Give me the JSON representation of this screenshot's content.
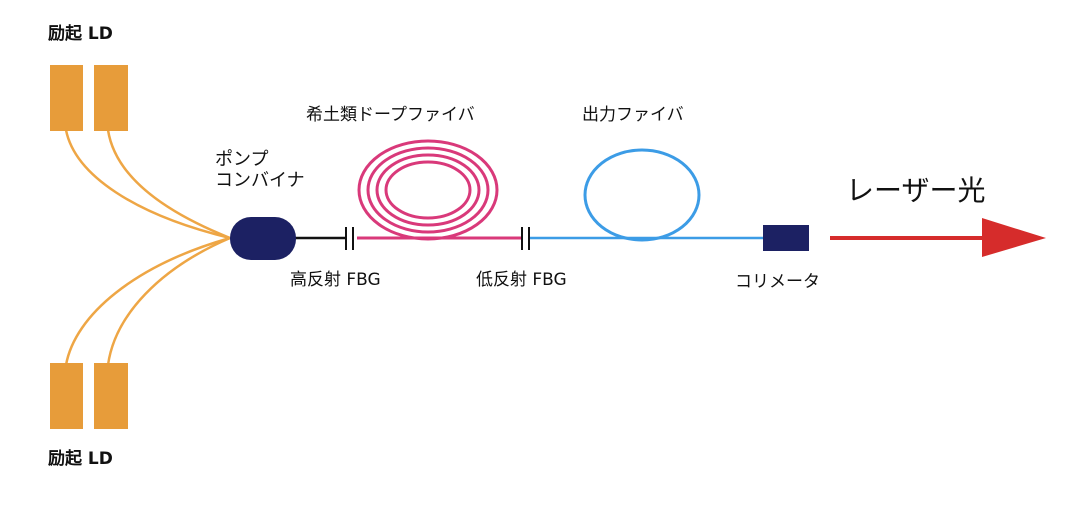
{
  "labels": {
    "pump_ld_top": "励起 LD",
    "pump_ld_bottom": "励起 LD",
    "pump_combiner": "ポンプ\nコンバイナ",
    "doped_fiber": "希土類ドープファイバ",
    "output_fiber": "出力ファイバ",
    "laser_light": "レーザー光",
    "high_reflect_fbg": "高反射 FBG",
    "low_reflect_fbg": "低反射 FBG",
    "collimator": "コリメータ"
  },
  "colors": {
    "pump_ld": "#e79c3a",
    "pump_fiber": "#eea645",
    "combiner": "#1c2163",
    "doped_fiber": "#d9397a",
    "output_fiber": "#3c9ce6",
    "collimator": "#1c2163",
    "laser_arrow": "#d62c2b",
    "passive_fiber": "#111111"
  }
}
